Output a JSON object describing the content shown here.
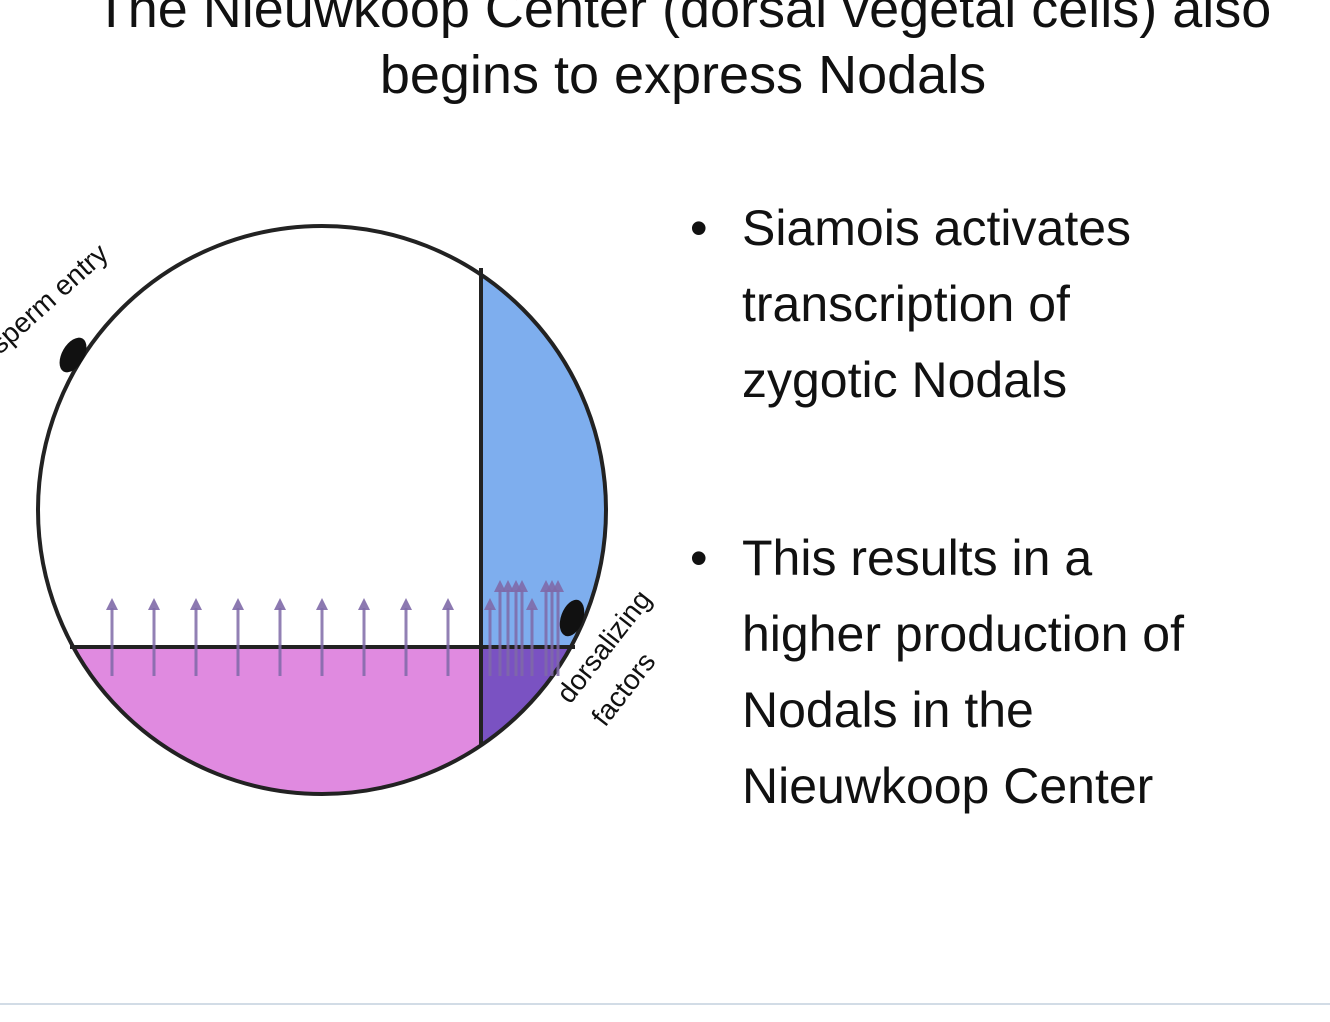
{
  "slide": {
    "title_line_1": "The Nieuwkoop Center (dorsal vegetal cells) also",
    "title_line_2": "begins to express Nodals",
    "bullets": [
      {
        "marker": "•",
        "lines": [
          "Siamois activates",
          "transcription of",
          "zygotic Nodals"
        ]
      },
      {
        "marker": "•",
        "lines": [
          "This results in a",
          "higher production of",
          "Nodals in the",
          "Nieuwkoop Center"
        ]
      }
    ]
  },
  "diagram": {
    "label_sperm_entry": "sperm entry",
    "label_dorsalizing_1": "dorsalizing",
    "label_dorsalizing_2": "factors",
    "colors": {
      "outline": "#222222",
      "dorsal_animal": "#7eaeee",
      "vegetal": "#e08ae0",
      "nieuwkoop_center": "#7a52c2",
      "arrows": "#7f6aa8",
      "sperm_marker": "#111111"
    }
  }
}
